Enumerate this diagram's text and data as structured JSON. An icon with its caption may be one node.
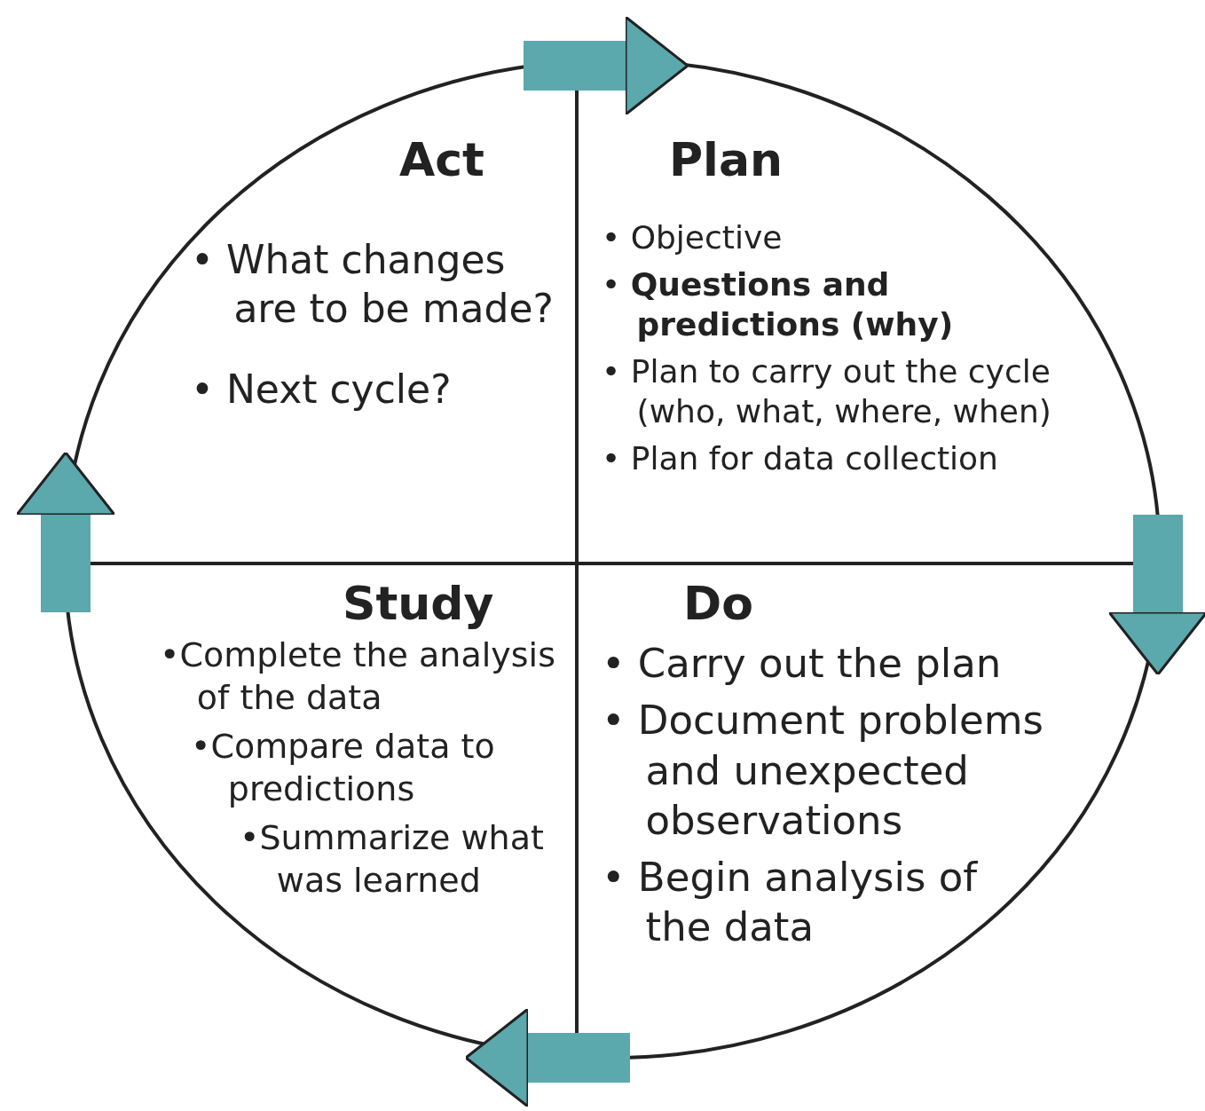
{
  "diagram": {
    "nodes": [
      {
        "text": [
          "Act",
          "• What changes are to be made?",
          "• Next cycle?"
        ]
      },
      {
        "text": [
          "Plan",
          "• Objective",
          "• **Questions and predictions (why)**",
          "• Plan to carry out the cycle (who, what, where, when)",
          "• Plan for data collection"
        ]
      },
      {
        "text": [
          "Study",
          "•Complete the analysis of the data",
          "•Compare data to predictions",
          "•Summarize what was learned"
        ]
      },
      {
        "text": [
          "Do",
          "• Carry out the plan",
          "• Document problems and unexpected observations",
          "• Begin analysis of the data"
        ]
      }
    ],
    "edges": [
      {
        "from": 0,
        "to": 1,
        "arrow": "to"
      },
      {
        "from": 1,
        "to": 3,
        "arrow": "to"
      },
      {
        "from": 3,
        "to": 2,
        "arrow": "to"
      },
      {
        "from": 2,
        "to": 0,
        "arrow": "to"
      }
    ]
  }
}
